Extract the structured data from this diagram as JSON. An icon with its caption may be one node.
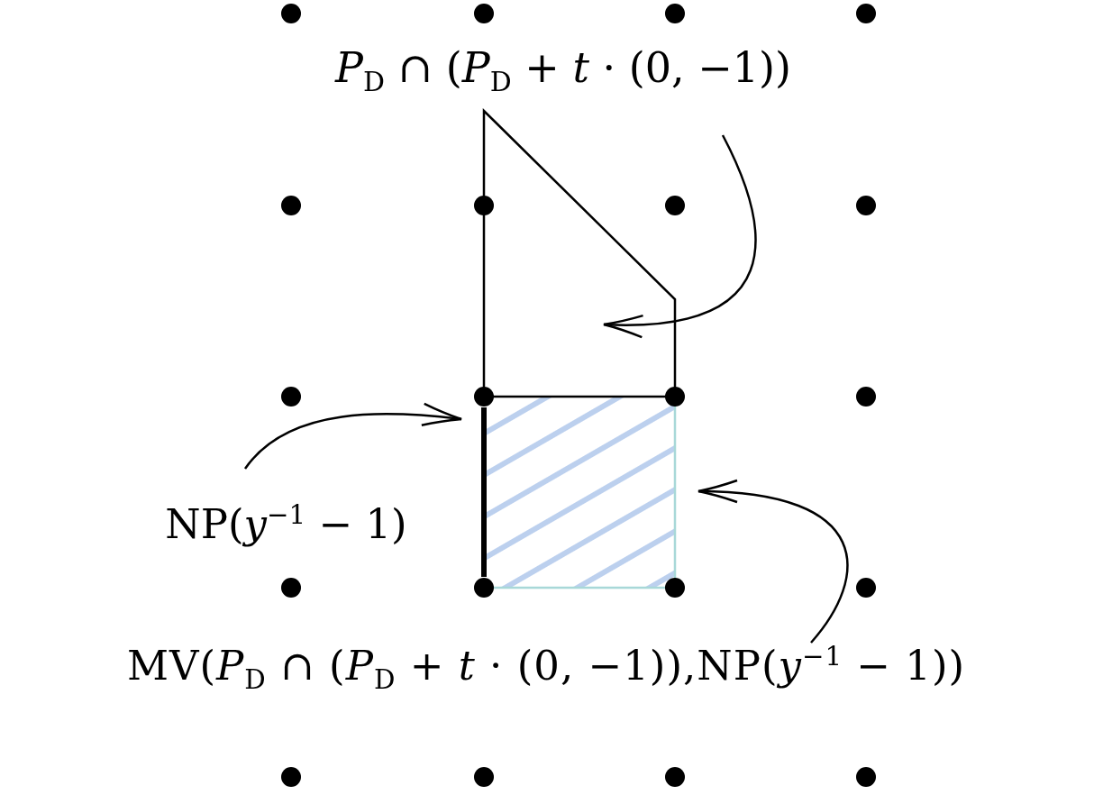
{
  "diagram": {
    "nodes": [
      {
        "text": [
          "*P*$_{D}$ ∩ (*P*$_{D}$ + *t* · (0, −1))"
        ]
      },
      {
        "text": [],
        "shape": "polygon"
      },
      {
        "text": [
          "NP(*y*$^{−1}$ − 1)"
        ]
      },
      {
        "text": [],
        "shape": "bar"
      },
      {
        "text": [
          "MV(*P*$_{D}$ ∩ (*P*$_{D}$ + *t* · (0, −1)),NP(*y*$^{−1}$ − 1))"
        ]
      },
      {
        "text": [],
        "shape": "box"
      }
    ],
    "edges": [
      {
        "from": 0,
        "to": 1,
        "arrow": "to"
      },
      {
        "from": 2,
        "to": 3,
        "arrow": "to"
      },
      {
        "from": 4,
        "to": 5,
        "arrow": "to"
      }
    ]
  }
}
